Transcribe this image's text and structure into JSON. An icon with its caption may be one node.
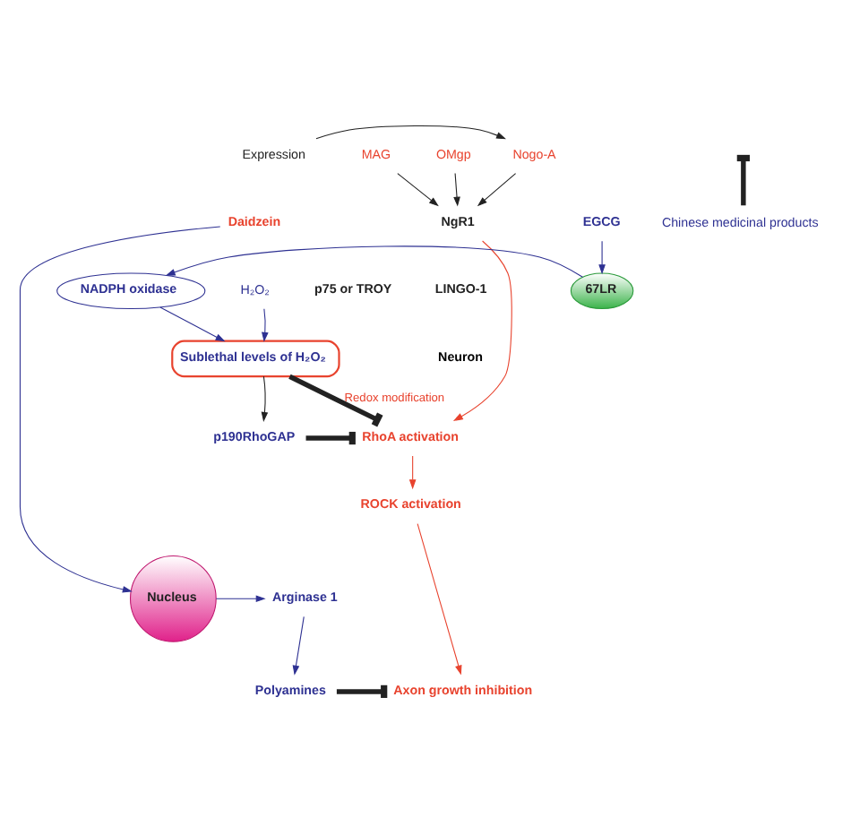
{
  "diagram": {
    "nodes": [
      {
        "text": [
          "Expression"
        ]
      },
      {
        "text": [
          "Nogo-A"
        ]
      },
      {
        "text": [
          "MAG"
        ]
      },
      {
        "text": [
          "OMgp"
        ]
      },
      {
        "text": [
          "Chinese medicinal products"
        ]
      },
      {
        "text": [
          "NgR1"
        ]
      },
      {
        "text": [
          "LINGO-1"
        ]
      },
      {
        "text": [
          "p75 or TROY"
        ]
      },
      {
        "text": [
          "Daidzein"
        ]
      },
      {
        "text": [
          "EGCG"
        ]
      },
      {
        "text": [
          "H₂O₂"
        ]
      },
      {
        "text": [
          "67LR"
        ]
      },
      {
        "text": [
          "NADPH oxidase"
        ]
      },
      {
        "text": [
          "Sublethal levels of H₂O₂"
        ]
      },
      {
        "text": [
          "RhoA activation"
        ]
      },
      {
        "text": [
          "p190RhoGAP"
        ]
      },
      {
        "text": [
          "ROCK activation"
        ]
      },
      {
        "text": [
          "Nucleus"
        ]
      },
      {
        "text": [
          "Arginase 1"
        ]
      },
      {
        "text": [
          "Polyamines"
        ]
      },
      {
        "text": [
          "Axon growth inhibition"
        ]
      }
    ],
    "edges": [
      {
        "from": 0,
        "to": 1,
        "arrow": "to"
      },
      {
        "from": 4,
        "to": null,
        "arrow": "other",
        "style": "thick"
      },
      {
        "from": 1,
        "to": 5,
        "arrow": "to"
      },
      {
        "from": 2,
        "to": 5,
        "arrow": "to"
      },
      {
        "from": 3,
        "to": 5,
        "arrow": "to"
      },
      {
        "from": 5,
        "to": 14,
        "arrow": "to",
        "color": "#e8432e"
      },
      {
        "from": 9,
        "to": 11,
        "arrow": "to",
        "color": "#2e3192"
      },
      {
        "from": 11,
        "to": 12,
        "arrow": "to",
        "color": "#2e3192"
      },
      {
        "from": 12,
        "to": 13,
        "arrow": "to",
        "color": "#2e3192"
      },
      {
        "from": 10,
        "to": 13,
        "arrow": "to",
        "color": "#2e3192"
      },
      {
        "from": 8,
        "to": 17,
        "arrow": "to",
        "color": "#2e3192"
      },
      {
        "from": 13,
        "to": 14,
        "label": "Redox modification",
        "arrow": "other",
        "style": "thick"
      },
      {
        "from": 13,
        "to": 15,
        "arrow": "to"
      },
      {
        "from": 15,
        "to": 14,
        "arrow": "other",
        "style": "thick"
      },
      {
        "from": 14,
        "to": 16,
        "arrow": "to",
        "color": "#e8432e"
      },
      {
        "from": 16,
        "to": 20,
        "arrow": "to",
        "color": "#e8432e"
      },
      {
        "from": 17,
        "to": 18,
        "arrow": "to",
        "color": "#2e3192"
      },
      {
        "from": 18,
        "to": 19,
        "arrow": "to",
        "color": "#2e3192"
      },
      {
        "from": 19,
        "to": 20,
        "arrow": "other",
        "style": "thick"
      }
    ],
    "labels": [
      "Neuron"
    ]
  }
}
